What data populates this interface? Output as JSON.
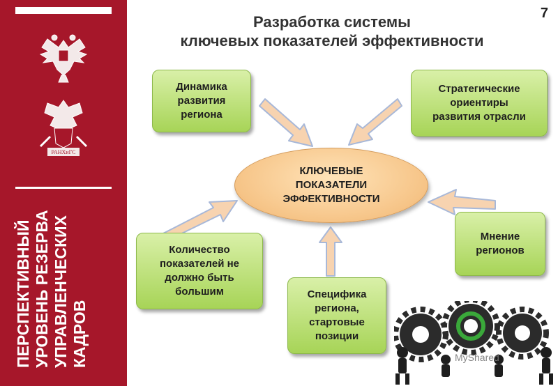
{
  "page_number": "7",
  "title": {
    "line1": "Разработка системы",
    "line2": "ключевых показателей эффективности"
  },
  "sidebar": {
    "vertical_text": "Перспективный уровень резерва управленческих кадров",
    "emblem1_icon": "double-headed-eagle-emblem-icon",
    "emblem2_icon": "ranepa-emblem-icon",
    "emblem2_caption": "РАНХиГС",
    "color": "#a6172a"
  },
  "center": {
    "line1": "КЛЮЧЕВЫЕ",
    "line2": "ПОКАЗАТЕЛИ",
    "line3": "ЭФФЕКТИВНОСТИ"
  },
  "boxes": [
    {
      "id": "dynamics",
      "lines": [
        "Динамика",
        "развития",
        "региона"
      ]
    },
    {
      "id": "strategic",
      "lines": [
        "Стратегические",
        "ориентиры",
        "развития отрасли"
      ]
    },
    {
      "id": "opinion",
      "lines": [
        "Мнение",
        "регионов"
      ]
    },
    {
      "id": "count",
      "lines": [
        "Количество",
        "показателей не",
        "должно быть",
        "большим"
      ]
    },
    {
      "id": "specifics",
      "lines": [
        "Специфика",
        "региона,",
        "стартовые",
        "позиции"
      ]
    }
  ],
  "watermark": "MyShared",
  "colors": {
    "box_green": "#a7d457",
    "ellipse_orange": "#f6c487",
    "arrow_fill": "#f7d3b0",
    "gear_green": "#3aa83a"
  }
}
